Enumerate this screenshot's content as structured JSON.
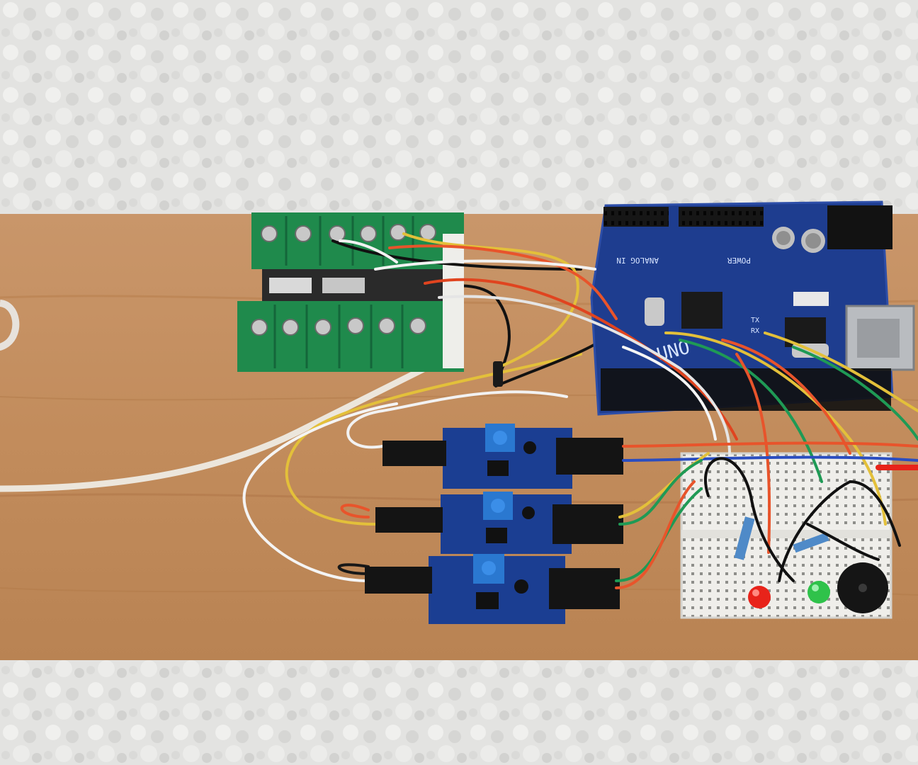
{
  "scene": {
    "subject": "Arduino UNO project mounted on a wooden board over a white sherpa blanket"
  },
  "arduino": {
    "silkscreen_uno": "UNO",
    "silkscreen_power": "POWER",
    "silkscreen_analog_in": "ANALOG IN",
    "silkscreen_tx": "TX",
    "silkscreen_rx": "RX"
  },
  "colors": {
    "blanket": "#e4e4e2",
    "wood": "#c69262",
    "arduino_pcb": "#1e3d8f",
    "sensor_pcb": "#1b3e92",
    "terminal_block": "#1f8a4c",
    "breadboard": "#efeeea",
    "led_red": "#e8231a",
    "led_green": "#2fc24a",
    "buzzer": "#151515",
    "usb_connector": "#b9bcc0"
  },
  "icons": [
    "red-led-icon",
    "green-led-icon",
    "buzzer-icon",
    "potentiometer-icon"
  ]
}
